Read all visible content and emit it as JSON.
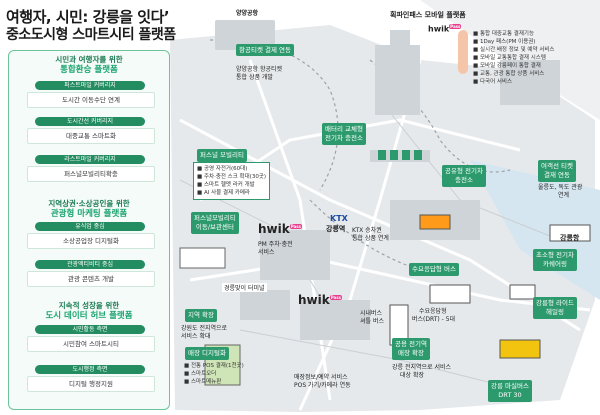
{
  "title": {
    "line1": "여행자, 시민: 강릉을 잇다’",
    "line2": "중소도시형 스마트시티 플랫폼"
  },
  "left_panel": {
    "sections": [
      {
        "title_line1": "시민과 여행자를 위한",
        "title_line2": "통합환승 플랫폼",
        "items": [
          {
            "header": "퍼스트마일 커버리지",
            "value": "도시간 이동수단 연계"
          },
          {
            "header": "도시간선 커버리지",
            "value": "대중교통 스마트화"
          },
          {
            "header": "라스트마일 커버리지",
            "value": "퍼스널모빌리티확충"
          }
        ]
      },
      {
        "title_line1": "지역상권·소상공인을 위한",
        "title_line2": "관광형 마케팅 플랫폼",
        "items": [
          {
            "header": "유식업 중심",
            "value": "소상공업장 디지털화"
          },
          {
            "header": "관광액티비티 중심",
            "value": "관광 콘텐츠 개발"
          }
        ]
      },
      {
        "title_line1": "지속적 성장을 위한",
        "title_line2": "도시 데이터 허브 플랫폼",
        "items": [
          {
            "header": "시민활동 측면",
            "value": "시민참여 스마트시티"
          },
          {
            "header": "도시행정 측면",
            "value": "디지털 행정지원"
          }
        ]
      }
    ]
  },
  "map": {
    "yangyang_airport": "양양공항",
    "airport_card": {
      "title": "항공티켓 결제 연동",
      "desc1": "양양공항 항공티켓",
      "desc2": "통합 상품 개발"
    },
    "hwik_pass_title": "휙파인패스 모바일 플랫폼",
    "hwik_pass_list": [
      "■ 통합 대중교통 결재기능",
      "■ 1Day 패스(PM 이용권)",
      "■ 실시간 배정 정보 및 예약 서비스",
      "■ 모바일 교통통합 결재 시스템",
      "■ 모바일 강릉페이 통합 결재",
      "■ 교통, 관광 통합 상품 서비스",
      "■ 다국어 서비스"
    ],
    "battery_card": {
      "line1": "배터리 교체형",
      "line2": "전기차 충전소"
    },
    "personal_mobility": {
      "title": "퍼스널 모빌리티",
      "list": [
        "■ 공영 자전거(60대)",
        "■ 주차·충전 스크 확대(30곳)",
        "■ 스마트 헬멧 라커 개발",
        "■ AI 사물 결제 카메라"
      ]
    },
    "pm_hub": {
      "line1": "퍼스널모빌리티",
      "line2": "이동/보관센터"
    },
    "pm_hub_sub1": "PM 주차·충전",
    "pm_hub_sub2": "서비스",
    "gangneung_station": "강릉역",
    "ktx_label": "KTX",
    "ktx_stop1": "KTX 승차권",
    "ktx_stop2": "통합 상품 연계",
    "shared_ev": {
      "line1": "공유형 전기차",
      "line2": "충전소"
    },
    "cruise_card": {
      "line1": "여객선 티켓",
      "line2": "결재 연동"
    },
    "cruise_desc": "울릉도, 독도 관광",
    "cruise_desc2": "연계",
    "gangneung_port": "강릉항",
    "smart_terminal": "경릉맞이 터미널",
    "demand_bus": {
      "label": "수요응답형 버스",
      "desc1": "수요응답형",
      "desc2": "버스(DRT) - 5대"
    },
    "shuttle_bus": {
      "label": "시내버스",
      "label2": "셔틀 버스"
    },
    "small_ev": {
      "line1": "초소형 전기차",
      "line2": "카쉐어링"
    },
    "gangneung_ride": {
      "line1": "강릉형 라이드",
      "line2": "헤일링"
    },
    "hwik_mid": "hwik",
    "local_store": {
      "title": "지역 확장",
      "desc1": "강원도 전지역으로",
      "desc2": "서비스 확대"
    },
    "digital_store": {
      "title": "매장 디지털화",
      "list": [
        "■ 전통 POS 결재(1천곳)",
        "■ 스마트오더",
        "■ 스마트메뉴판"
      ]
    },
    "store_data_1": "매장정보/예약 서비스",
    "store_data_2": "POS 가기/카메라 연동",
    "ev_expansion": {
      "line1": "공용 전기역",
      "line2": "매장 확장"
    },
    "ev_expansion_desc1": "강릉 전지역으로 서비스",
    "ev_expansion_desc2": "대상 확장",
    "gangneung_city_bus": {
      "line1": "강릉 마실버스",
      "line2": "DRT 30"
    },
    "hwik_label_top": "hwik",
    "hwik_badge": "Pass"
  },
  "colors": {
    "primary_green": "#2d9a6d",
    "dark_green": "#238c61",
    "panel_bg": "#f5fbf8",
    "map_bg": "#e9ecee",
    "ktx_blue": "#1b4aa0",
    "badge_pink": "#e83e8c"
  }
}
